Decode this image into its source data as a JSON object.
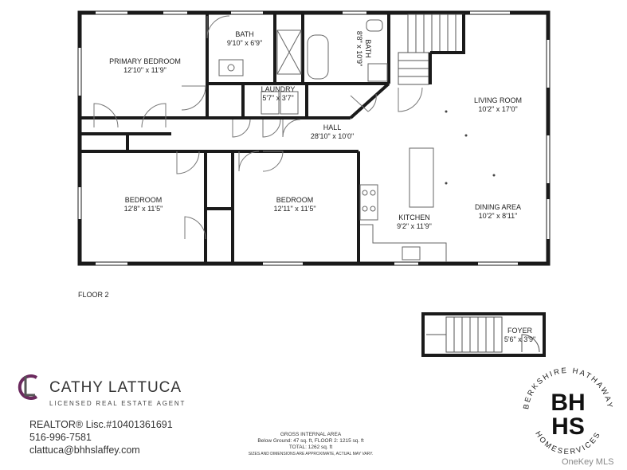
{
  "rooms": {
    "primary_bedroom": {
      "name": "PRIMARY BEDROOM",
      "size": "12'10\" x 11'9\""
    },
    "bath_1": {
      "name": "BATH",
      "size": "9'10\" x 6'9\""
    },
    "bath_2": {
      "name": "BATH",
      "size": "8'8\" x 10'9\""
    },
    "laundry": {
      "name": "LAUNDRY",
      "size": "5'7\" x 3'7\""
    },
    "hall": {
      "name": "HALL",
      "size": "28'10\" x 10'0\""
    },
    "living_room": {
      "name": "LIVING ROOM",
      "size": "10'2\" x 17'0\""
    },
    "bedroom_1": {
      "name": "BEDROOM",
      "size": "12'8\" x 11'5\""
    },
    "bedroom_2": {
      "name": "BEDROOM",
      "size": "12'11\" x 11'5\""
    },
    "kitchen": {
      "name": "KITCHEN",
      "size": "9'2\" x 11'9\""
    },
    "dining_area": {
      "name": "DINING AREA",
      "size": "10'2\" x 8'11\""
    },
    "foyer": {
      "name": "FOYER",
      "size": "5'6\" x 3'9\""
    }
  },
  "floor_label": "FLOOR 2",
  "agent": {
    "name": "CATHY LATTUCA",
    "title": "LICENSED REAL ESTATE AGENT",
    "license": "REALTOR® Lisc.#10401361691",
    "phone": "516-996-7581",
    "email": "clattuca@bhhslaffey.com"
  },
  "area": {
    "heading": "GROSS INTERNAL AREA",
    "detail": "Below Ground: 47 sq. ft, FLOOR 2: 1215 sq. ft",
    "total": "TOTAL: 1262 sq. ft",
    "disclaimer": "SIZES AND DIMENSIONS ARE APPROXIMATE, ACTUAL MAY VARY."
  },
  "logo": {
    "ring_top": "BERKSHIRE HATHAWAY",
    "ring_bottom": "HOMESERVICES",
    "mark_top": "BH",
    "mark_bottom": "HS"
  },
  "watermark": "OneKey MLS",
  "colors": {
    "wall": "#1a1a1a",
    "agent_purple": "#6b2a5e",
    "window": "#bbbbbb"
  }
}
